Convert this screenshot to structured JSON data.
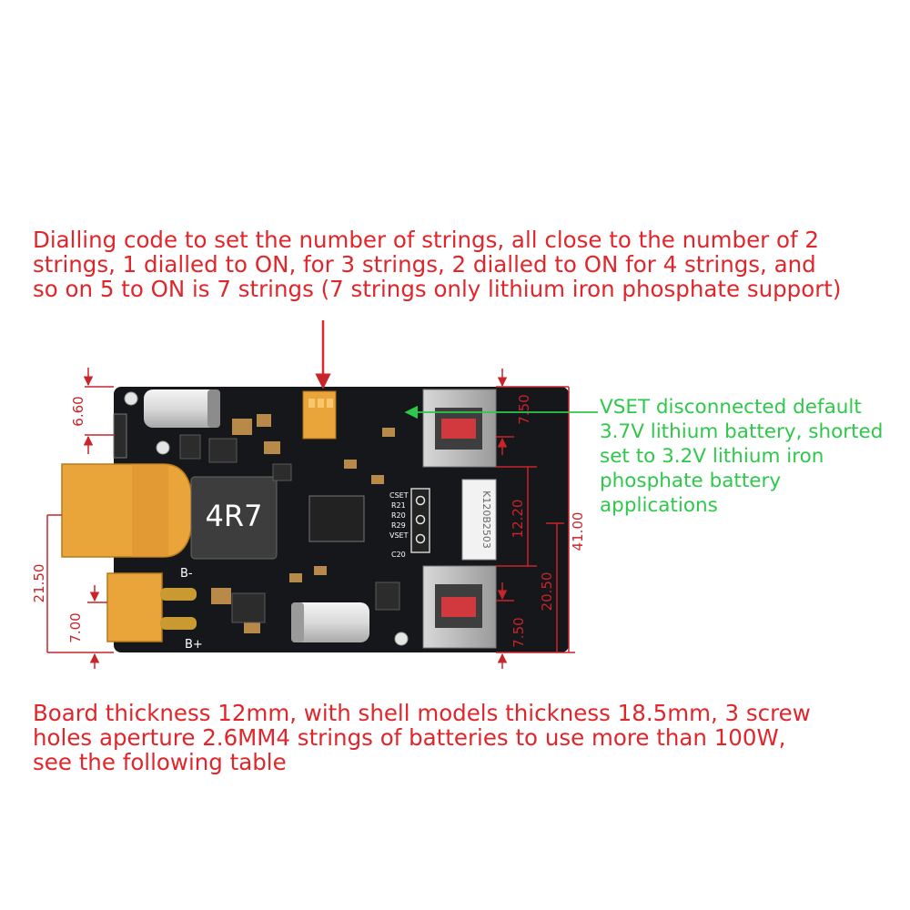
{
  "notes": {
    "dip_switch": "Dialling code to set the number of strings, all close to the number of 2\nstrings, 1 dialled to ON, for 3 strings, 2 dialled to ON for 4 strings, and\nso on 5 to ON is 7 strings (7 strings only lithium iron phosphate support)",
    "vset": "VSET disconnected default\n3.7V lithium battery, shorted\nset to 3.2V lithium iron\nphosphate battery\napplications",
    "board": "Board thickness 12mm, with shell models thickness 18.5mm, 3 screw\nholes aperture 2.6MM4 strings of batteries to use more than 100W,\nsee the following table"
  },
  "dimensions": {
    "top_left": "6.60",
    "left_height": "21.50",
    "bottom_left": "7.00",
    "top_right_usb": "7.50",
    "usb_gap": "12.20",
    "lower_usb": "20.50",
    "bottom_right_usb": "7.50",
    "total_height": "41.00"
  },
  "board_labels": {
    "inductor": "4R7",
    "sticker": "K120B2503",
    "b_minus": "B-",
    "b_plus": "B+",
    "cset": "CSET",
    "vset": "VSET",
    "r21": "R21",
    "r20": "R20",
    "r29": "R29",
    "c20": "C20"
  },
  "colors": {
    "annotation_red": "#e0262b",
    "annotation_green": "#2ec84a",
    "pcb_black": "#16171a",
    "connector_yellow": "#e9a43a"
  }
}
